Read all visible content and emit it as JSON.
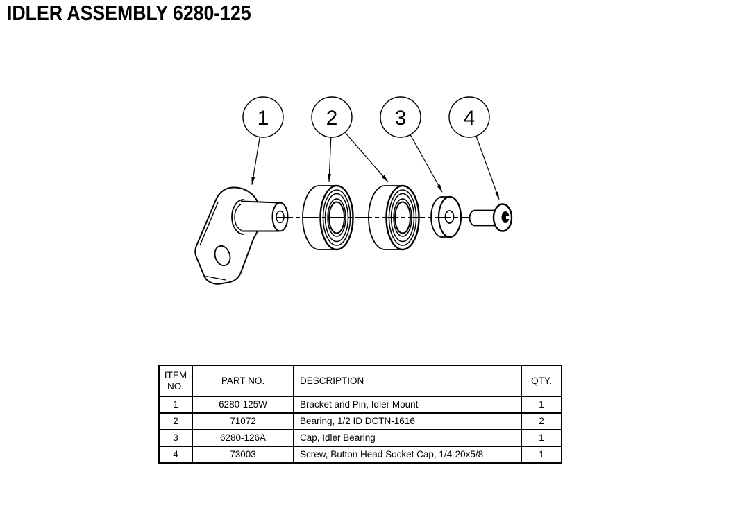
{
  "page": {
    "title": "IDLER ASSEMBLY 6280-125"
  },
  "diagram": {
    "balloons": [
      {
        "label": "1"
      },
      {
        "label": "2"
      },
      {
        "label": "3"
      },
      {
        "label": "4"
      }
    ]
  },
  "table": {
    "headers": {
      "item_no": "ITEM NO.",
      "part_no": "PART NO.",
      "description": "DESCRIPTION",
      "qty": "QTY."
    },
    "rows": [
      {
        "item": "1",
        "part": "6280-125W",
        "description": "Bracket and Pin, Idler Mount",
        "qty": "1"
      },
      {
        "item": "2",
        "part": "71072",
        "description": "Bearing, 1/2 ID DCTN-1616",
        "qty": "2"
      },
      {
        "item": "3",
        "part": "6280-126A",
        "description": "Cap, Idler Bearing",
        "qty": "1"
      },
      {
        "item": "4",
        "part": "73003",
        "description": "Screw, Button Head Socket Cap, 1/4-20x5/8",
        "qty": "1"
      }
    ]
  }
}
